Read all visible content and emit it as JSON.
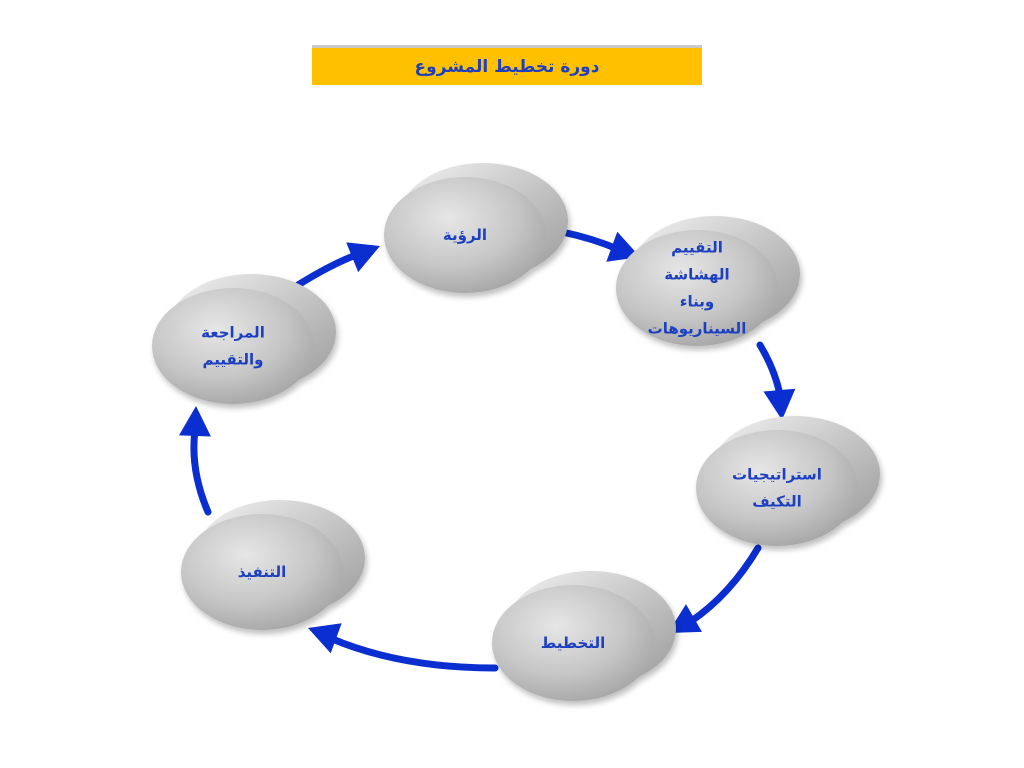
{
  "title": "دورة تخطيط المشروع",
  "colors": {
    "title_bg": "#ffc000",
    "text": "#1f3fbf",
    "arrow": "#0a2ed0",
    "disc": "#c4c4c4"
  },
  "nodes": [
    {
      "id": "vision",
      "lines": [
        "الرؤية"
      ]
    },
    {
      "id": "vulnerability",
      "lines": [
        "التقييم",
        "الهشاشة",
        "وبناء",
        "السيناريوهات"
      ]
    },
    {
      "id": "adaptation",
      "lines": [
        "استراتيجيات",
        "التكيف"
      ]
    },
    {
      "id": "planning",
      "lines": [
        "التخطيط"
      ]
    },
    {
      "id": "implementation",
      "lines": [
        "التنفيذ"
      ]
    },
    {
      "id": "review",
      "lines": [
        "المراجعة",
        "والتقييم"
      ]
    }
  ]
}
